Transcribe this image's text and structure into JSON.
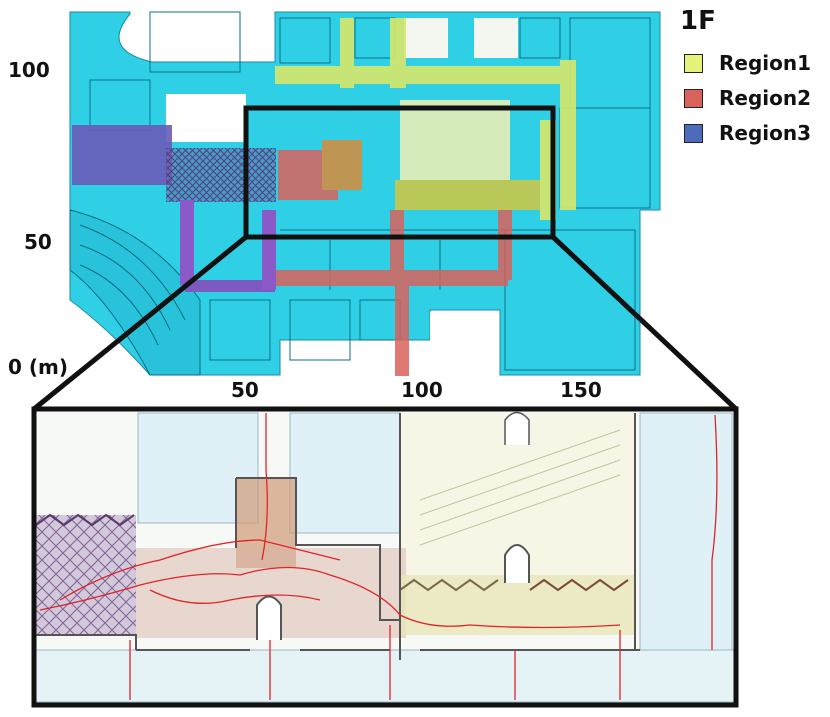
{
  "floor_label": "1F",
  "legend": [
    {
      "label": "Region1",
      "color": "#e6f27a"
    },
    {
      "label": "Region2",
      "color": "#d9625c"
    },
    {
      "label": "Region3",
      "color": "#4c6bbd"
    }
  ],
  "y_axis": {
    "ticks": [
      "100",
      "50",
      "0 (m)"
    ]
  },
  "x_axis": {
    "ticks": [
      "50",
      "100",
      "150"
    ]
  },
  "colors": {
    "floor": "#2fd0e6",
    "floor_dark": "#1aa6c0",
    "outline": "#111111",
    "trajectory": "#e0242a"
  }
}
